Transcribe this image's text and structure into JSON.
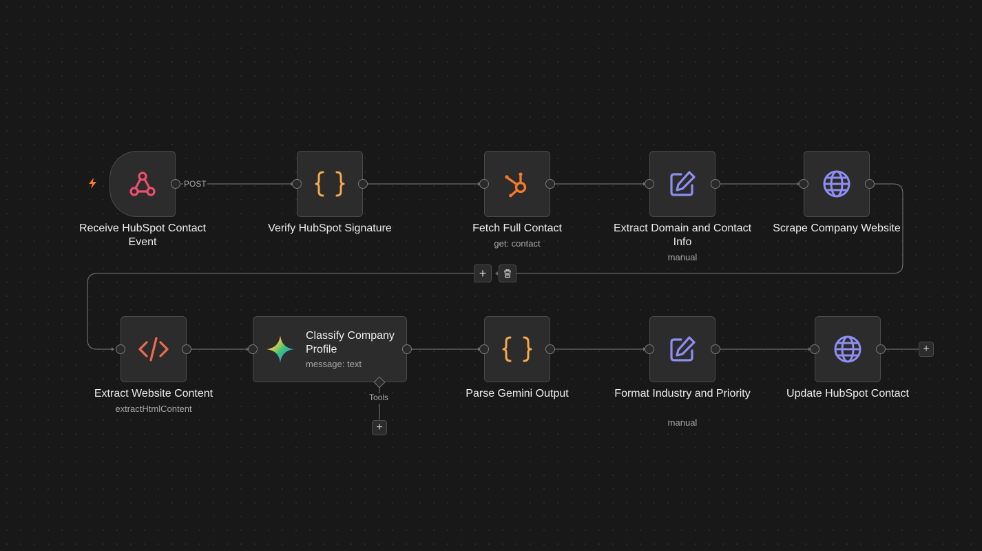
{
  "canvas": {
    "background": "#181818"
  },
  "colors": {
    "webhook": "#ee4f6d",
    "braces": "#f7a94a",
    "hubspot": "#f37a2c",
    "edit": "#8f8ef2",
    "globe": "#8f8ef2",
    "code": "#ee6c4d",
    "trigger_bolt": "#f37a2c"
  },
  "nodes": {
    "receive": {
      "title": "Receive HubSpot Contact Event",
      "icon": "webhook-icon",
      "output_label": "POST"
    },
    "verify": {
      "title": "Verify HubSpot Signature",
      "icon": "braces-icon"
    },
    "fetch": {
      "title": "Fetch Full Contact",
      "subtitle": "get: contact",
      "icon": "hubspot-icon"
    },
    "extract_domain": {
      "title": "Extract Domain and Contact Info",
      "subtitle": "manual",
      "icon": "edit-icon"
    },
    "scrape": {
      "title": "Scrape Company Website",
      "icon": "globe-icon"
    },
    "extract_content": {
      "title": "Extract Website Content",
      "subtitle": "extractHtmlContent",
      "icon": "code-icon"
    },
    "classify": {
      "title": "Classify Company Profile",
      "subtitle": "message: text",
      "icon": "gemini-icon",
      "tools_label": "Tools"
    },
    "parse": {
      "title": "Parse Gemini Output",
      "icon": "braces-icon"
    },
    "format": {
      "title": "Format Industry and Priority",
      "subtitle": "manual",
      "icon": "edit-icon"
    },
    "update": {
      "title": "Update HubSpot Contact",
      "icon": "globe-icon"
    }
  },
  "edge_toolbar": {
    "add": "+",
    "delete": "trash-icon"
  },
  "end_add": "+",
  "tools_add": "+"
}
